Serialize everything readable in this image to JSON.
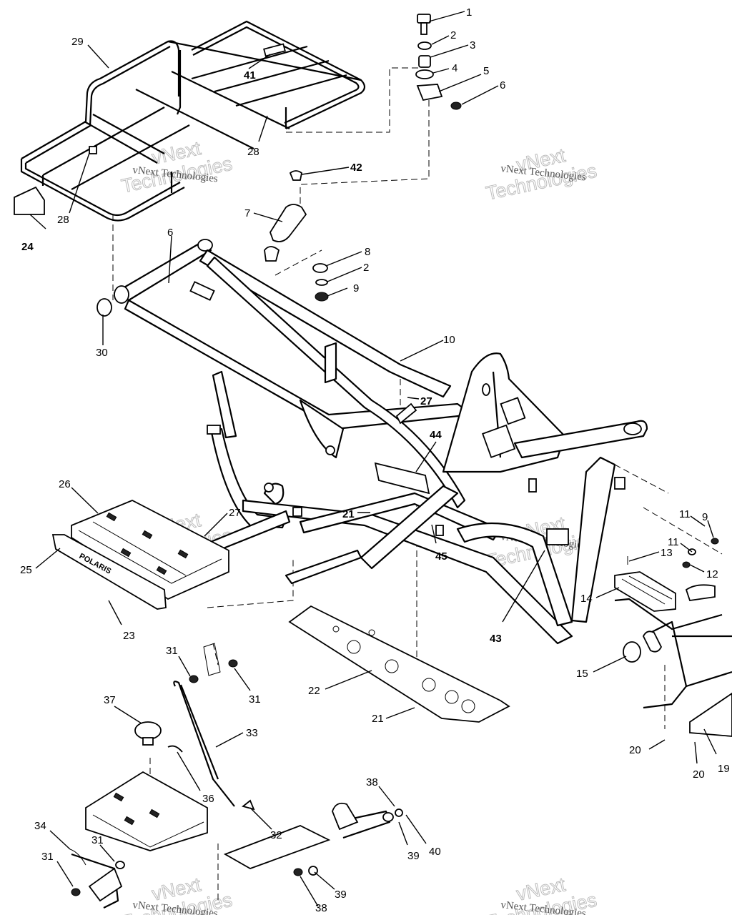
{
  "watermark": {
    "line1": "vNext",
    "line2": "Technologies",
    "small": "vNext Technologies"
  },
  "callouts": [
    {
      "num": "1",
      "bold": false
    },
    {
      "num": "2",
      "bold": false
    },
    {
      "num": "3",
      "bold": false
    },
    {
      "num": "4",
      "bold": false
    },
    {
      "num": "5",
      "bold": false
    },
    {
      "num": "6",
      "bold": false
    },
    {
      "num": "29",
      "bold": false
    },
    {
      "num": "41",
      "bold": true
    },
    {
      "num": "28",
      "bold": false
    },
    {
      "num": "28",
      "bold": false
    },
    {
      "num": "24",
      "bold": true
    },
    {
      "num": "42",
      "bold": true
    },
    {
      "num": "7",
      "bold": false
    },
    {
      "num": "6",
      "bold": false
    },
    {
      "num": "8",
      "bold": false
    },
    {
      "num": "2",
      "bold": false
    },
    {
      "num": "9",
      "bold": false
    },
    {
      "num": "30",
      "bold": false
    },
    {
      "num": "10",
      "bold": false
    },
    {
      "num": "27",
      "bold": true
    },
    {
      "num": "44",
      "bold": true
    },
    {
      "num": "26",
      "bold": false
    },
    {
      "num": "27",
      "bold": false
    },
    {
      "num": "21",
      "bold": true
    },
    {
      "num": "45",
      "bold": true
    },
    {
      "num": "25",
      "bold": false
    },
    {
      "num": "23",
      "bold": false
    },
    {
      "num": "11",
      "bold": false
    },
    {
      "num": "9",
      "bold": false
    },
    {
      "num": "11",
      "bold": false
    },
    {
      "num": "13",
      "bold": false
    },
    {
      "num": "12",
      "bold": false
    },
    {
      "num": "14",
      "bold": false
    },
    {
      "num": "43",
      "bold": true
    },
    {
      "num": "15",
      "bold": false
    },
    {
      "num": "22",
      "bold": false
    },
    {
      "num": "21",
      "bold": false
    },
    {
      "num": "31",
      "bold": false
    },
    {
      "num": "31",
      "bold": false
    },
    {
      "num": "37",
      "bold": false
    },
    {
      "num": "33",
      "bold": false
    },
    {
      "num": "36",
      "bold": false
    },
    {
      "num": "20",
      "bold": false
    },
    {
      "num": "20",
      "bold": false
    },
    {
      "num": "19",
      "bold": false
    },
    {
      "num": "38",
      "bold": false
    },
    {
      "num": "34",
      "bold": false
    },
    {
      "num": "32",
      "bold": false
    },
    {
      "num": "39",
      "bold": false
    },
    {
      "num": "40",
      "bold": false
    },
    {
      "num": "31",
      "bold": false
    },
    {
      "num": "31",
      "bold": false
    },
    {
      "num": "38",
      "bold": false
    },
    {
      "num": "39",
      "bold": false
    }
  ],
  "logo_text": "POLARIS"
}
